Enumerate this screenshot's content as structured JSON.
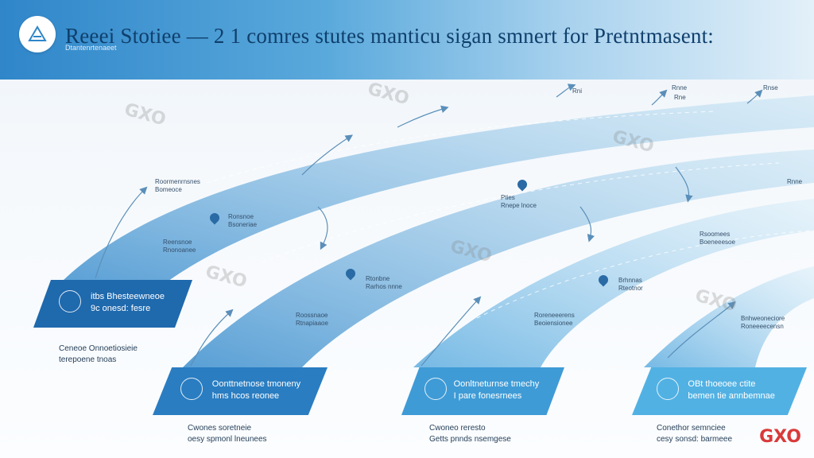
{
  "header": {
    "title": "Reeei Stotiee — 2 1 comres stutes manticu sigan smnert for Pretntmasent:",
    "subtitle": "Dtantenrtenaeet"
  },
  "panels": [
    {
      "line1": "itbs Bhesteewneoe",
      "line2": "9c onesd: fesre"
    },
    {
      "line1": "Oonttnetnose tmoneny",
      "line2": "hms hcos reonee"
    },
    {
      "line1": "Oonltneturnse tmechy",
      "line2": "I pare fonesrnees"
    },
    {
      "line1": "OBt thoeoee ctite",
      "line2": "bemen tie annbemnae"
    }
  ],
  "captions": [
    {
      "line1": "Ceneoe Onnoetiosieie",
      "line2": "terepoene tnoas"
    },
    {
      "line1": "Cwones soretneie",
      "line2": "oesy spmonl lneunees"
    },
    {
      "line1": "Cwoneo reresto",
      "line2": "Getts pnnds nsemgese"
    },
    {
      "line1": "Conethor semnciee",
      "line2": "cesy sonsd: barmeee"
    }
  ],
  "labels": [
    {
      "line1": "Roormenrnsnes",
      "line2": "Bomeoce"
    },
    {
      "line1": "Ronsnoe",
      "line2": "Bsoneriae"
    },
    {
      "line1": "Reensnoe",
      "line2": "Rnonoanee"
    },
    {
      "line1": "Rtonbne",
      "line2": "Rarhos nnne"
    },
    {
      "line1": "Pties",
      "line2": "Rnepe lnoce"
    },
    {
      "line1": "Roossnaoe",
      "line2": "Rtnapiaaoe"
    },
    {
      "line1": "Brhnnas",
      "line2": "Rteotnor"
    },
    {
      "line1": "Roreneeerens",
      "line2": "Beoiensionee"
    },
    {
      "line1": "Rsoomees",
      "line2": "Boeneeesoe"
    },
    {
      "line1": "Bnhweoneciore",
      "line2": "Roneeeecensn"
    }
  ],
  "top_labels": [
    "Rni",
    "Rnne",
    "Rnse",
    "Rne"
  ],
  "right_label": "Rnne",
  "watermarks": [
    "GXO",
    "GXO",
    "GXO",
    "GXO",
    "GXO",
    "GXO"
  ],
  "corner_watermark": "GXO",
  "colors": {
    "header_start": "#2f86c9",
    "panel_1": "#1f69ad",
    "panel_2": "#2a7dc1",
    "panel_3": "#3f9bd6",
    "panel_4": "#52b1e3",
    "watermark_red": "#d93a3a"
  }
}
